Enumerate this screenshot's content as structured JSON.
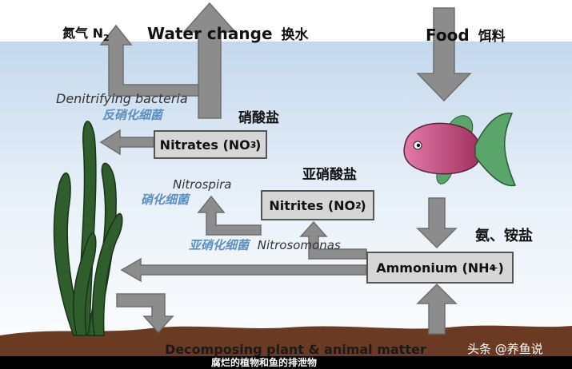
{
  "labels": {
    "n2_cn": "氮气",
    "n2_formula": "N",
    "n2_sub": "2",
    "water_change_en": "Water change",
    "water_change_cn": "换水",
    "food_en": "Food",
    "food_cn": "饵料",
    "denitrifying_en": "Denitrifying bacteria",
    "denitrifying_cn": "反硝化细菌",
    "nitrates_cn": "硝酸盐",
    "nitrospira_en": "Nitrospira",
    "nitrospira_cn": "硝化细菌",
    "nitrites_cn": "亚硝酸盐",
    "nitrosomonas_cn": "亚硝化细菌",
    "nitrosomonas_en": "Nitrosomonas",
    "ammonium_cn": "氨、铵盐",
    "decomposing_en": "Decomposing plant & animal matter",
    "decomposing_cn": "腐烂的植物和鱼的排泄物",
    "watermark": "头条 @养鱼说"
  },
  "boxes": {
    "nitrates": {
      "label": "Nitrates (NO",
      "sub": "3",
      "sup": "-",
      "close": ")"
    },
    "nitrites": {
      "label": "Nitrites (NO",
      "sub": "2",
      "sup": "-",
      "close": ")"
    },
    "ammonium": {
      "label": "Ammonium (NH",
      "sub": "4",
      "sup": "+",
      "close": ")"
    }
  },
  "colors": {
    "water_top": "#c9dcef",
    "water_bottom": "#ffffff",
    "arrow": "#8c8c8c",
    "arrow_edge": "#6e6e6e",
    "box_fill": "#d6d6d6",
    "box_edge": "#555555",
    "soil": "#6a3a22",
    "plant": "#2f5e2c",
    "fish_body": "#c2457a",
    "fish_fin": "#5aa56a",
    "teal_text": "#5b8fc0"
  }
}
